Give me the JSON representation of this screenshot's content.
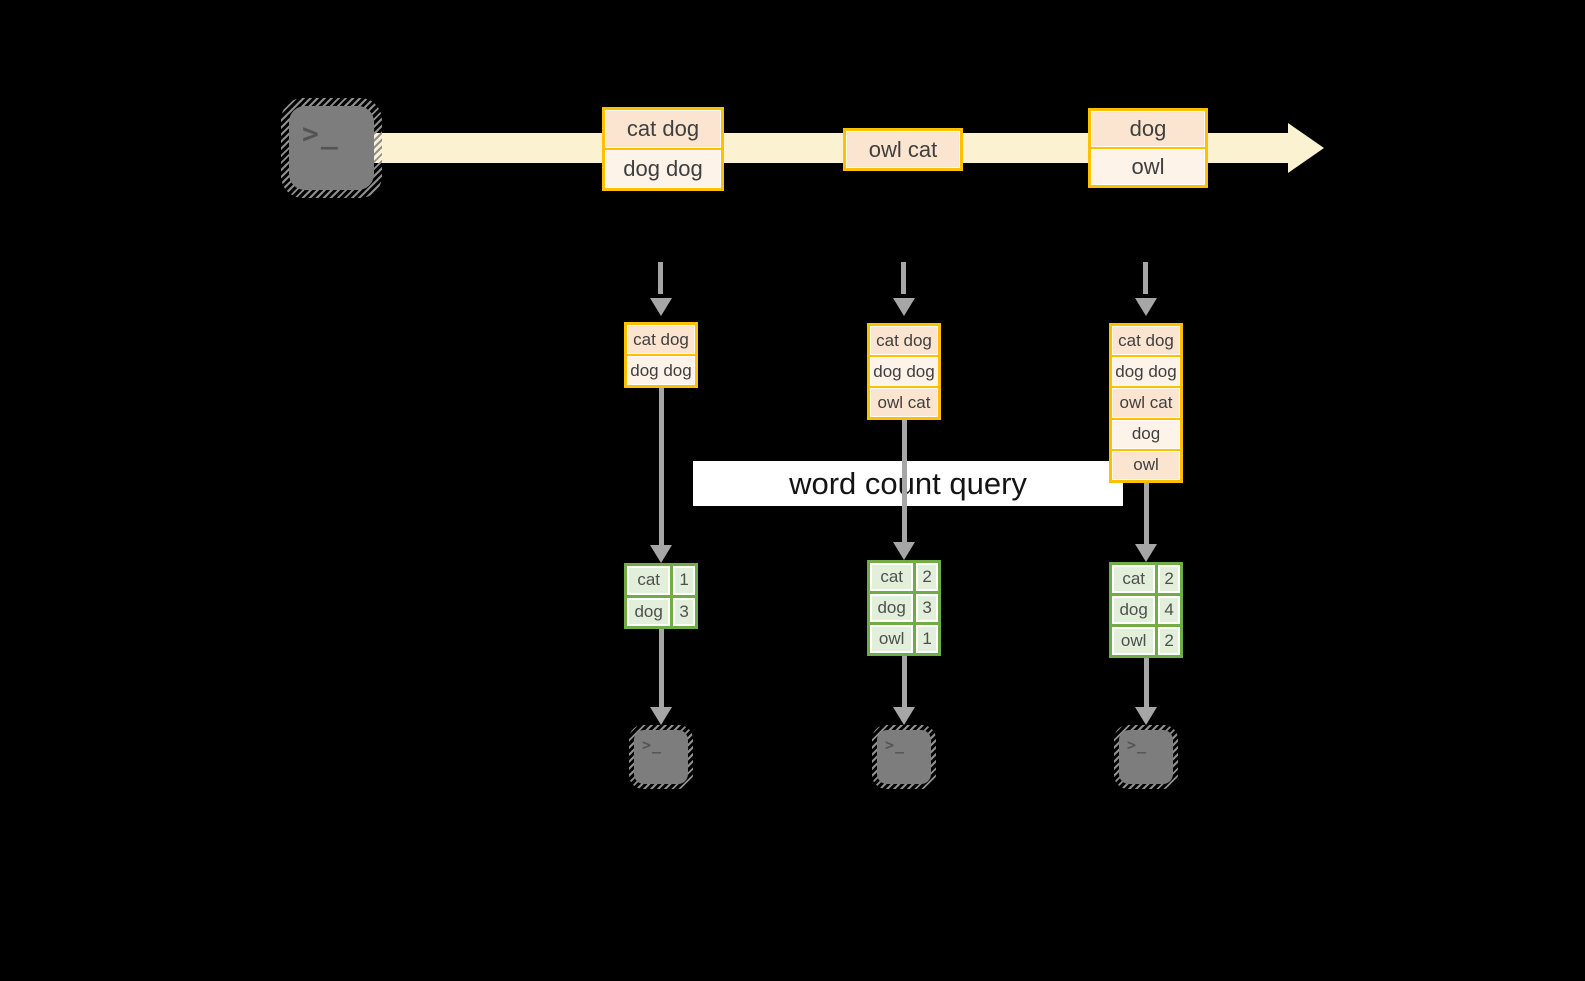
{
  "diagram": {
    "query_label": "word count query"
  },
  "icons": {
    "terminal_glyph": ">_",
    "source_icon": "terminal-icon",
    "sink_icon": "terminal-icon",
    "stream_arrowhead": "right-arrow-icon",
    "flow_arrowhead": "down-arrow-icon"
  },
  "colors": {
    "background": "#000000",
    "stream_band": "#FAF2D1",
    "record_border": "#FFC000",
    "record_fill_dark": "#FBE5D0",
    "record_fill_light": "#FDF3E8",
    "table_border": "#70AD47",
    "table_fill": "#E2EFDA",
    "arrow_gray": "#A6A6A6",
    "terminal_gray": "#7D7D7D",
    "query_band_bg": "#FFFFFF"
  },
  "stream": {
    "batches": [
      {
        "lines": [
          "cat dog",
          "dog dog"
        ]
      },
      {
        "lines": [
          "owl cat"
        ]
      },
      {
        "lines": [
          "dog",
          "owl"
        ]
      }
    ]
  },
  "columns": [
    {
      "buffer_lines": [
        "cat dog",
        "dog dog"
      ],
      "counts": [
        {
          "word": "cat",
          "count": "1"
        },
        {
          "word": "dog",
          "count": "3"
        }
      ]
    },
    {
      "buffer_lines": [
        "cat dog",
        "dog dog",
        "owl cat"
      ],
      "counts": [
        {
          "word": "cat",
          "count": "2"
        },
        {
          "word": "dog",
          "count": "3"
        },
        {
          "word": "owl",
          "count": "1"
        }
      ]
    },
    {
      "buffer_lines": [
        "cat dog",
        "dog dog",
        "owl cat",
        "dog",
        "owl"
      ],
      "counts": [
        {
          "word": "cat",
          "count": "2"
        },
        {
          "word": "dog",
          "count": "4"
        },
        {
          "word": "owl",
          "count": "2"
        }
      ]
    }
  ]
}
